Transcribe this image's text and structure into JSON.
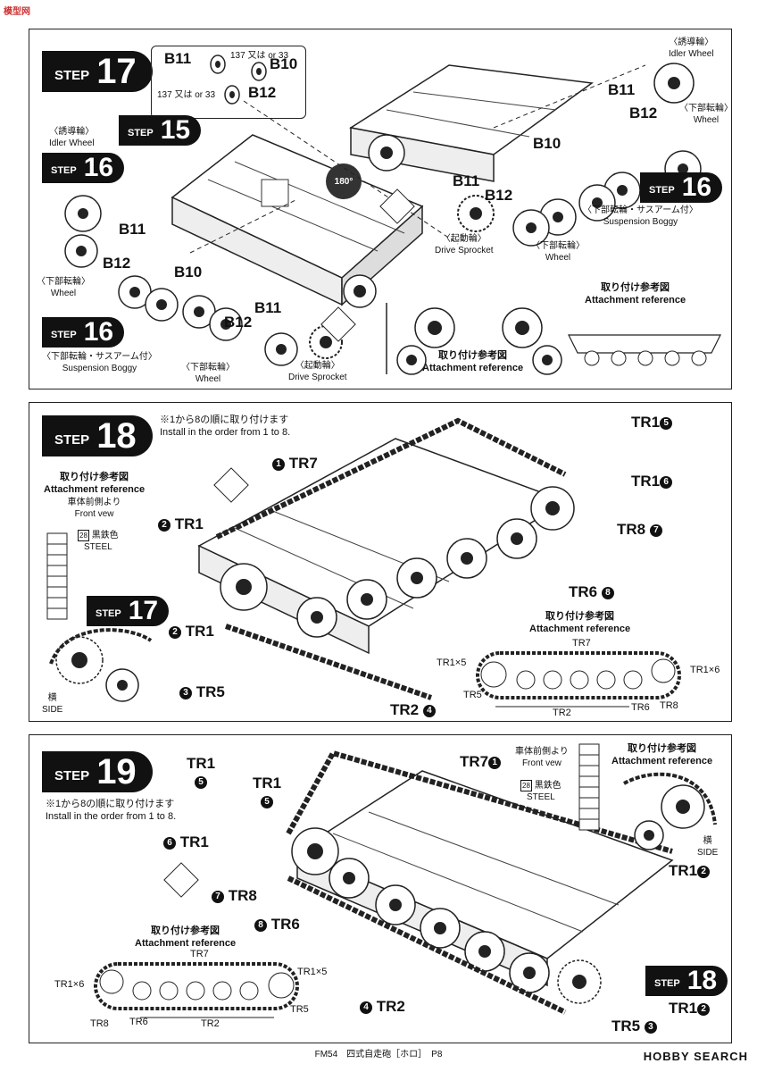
{
  "watermark_top": "模型网",
  "watermark_bottom": "HOBBY SEARCH",
  "footer": "FM54　四式自走砲［ホロ］　P8",
  "step17": {
    "badge": {
      "word": "STEP",
      "num": "17"
    },
    "inset": {
      "b11": "B11",
      "b10": "B10",
      "b12": "B12",
      "or1": "137 又は or 33",
      "or2": "137 又は or 33"
    },
    "sub15": {
      "word": "STEP",
      "num": "15"
    },
    "sub16a": {
      "word": "STEP",
      "num": "16"
    },
    "sub16b": {
      "word": "STEP",
      "num": "16"
    },
    "sub16c": {
      "word": "STEP",
      "num": "16"
    },
    "idler_jp": "〈誘導輪〉",
    "idler_en": "Idler Wheel",
    "wheel_jp": "〈下部転輪〉",
    "wheel_en": "Wheel",
    "boggy_jp": "〈下部転輪・サスアーム付〉",
    "boggy_en": "Suspension Boggy",
    "sprocket_jp": "〈起動輪〉",
    "sprocket_en": "Drive Sprocket",
    "att_jp": "取り付け参考図",
    "att_en": "Attachment reference",
    "rot": "180°",
    "parts": [
      "B11",
      "B12",
      "B10",
      "B11",
      "B12",
      "B11",
      "B12",
      "B10",
      "B11",
      "B12"
    ]
  },
  "step18": {
    "badge": {
      "word": "STEP",
      "num": "18"
    },
    "note_jp": "※1から8の順に取り付けます",
    "note_en": "Install in the order from 1 to 8.",
    "att_jp": "取り付け参考図",
    "att_en": "Attachment reference",
    "front_jp": "車体前側より",
    "front_en": "Front vew",
    "steel_jp": "黒鉄色",
    "steel_en": "STEEL",
    "steel_no": "28",
    "side_jp": "横",
    "side_en": "SIDE",
    "sub17": {
      "word": "STEP",
      "num": "17"
    },
    "tr": {
      "tr7": "TR7",
      "tr1": "TR1",
      "tr5": "TR5",
      "tr2": "TR2",
      "tr8": "TR8",
      "tr6": "TR6"
    },
    "ref_labels": {
      "tr7": "TR7",
      "tr1x5": "TR1×5",
      "tr1x6": "TR1×6",
      "tr5": "TR5",
      "tr2": "TR2",
      "tr6": "TR6",
      "tr8": "TR8"
    }
  },
  "step19": {
    "badge": {
      "word": "STEP",
      "num": "19"
    },
    "note_jp": "※1から8の順に取り付けます",
    "note_en": "Install in the order from 1 to 8.",
    "att_jp": "取り付け参考図",
    "att_en": "Attachment reference",
    "front_jp": "車体前側より",
    "front_en": "Front vew",
    "steel_jp": "黒鉄色",
    "steel_en": "STEEL",
    "steel_no": "28",
    "side_jp": "横",
    "side_en": "SIDE",
    "sub18": {
      "word": "STEP",
      "num": "18"
    },
    "tr": {
      "tr1": "TR1",
      "tr7": "TR7",
      "tr8": "TR8",
      "tr6": "TR6",
      "tr2": "TR2",
      "tr5": "TR5"
    },
    "ref_labels": {
      "tr7": "TR7",
      "tr1x6": "TR1×6",
      "tr1x5": "TR1×5",
      "tr8": "TR8",
      "tr6": "TR6",
      "tr2": "TR2",
      "tr5": "TR5"
    }
  }
}
